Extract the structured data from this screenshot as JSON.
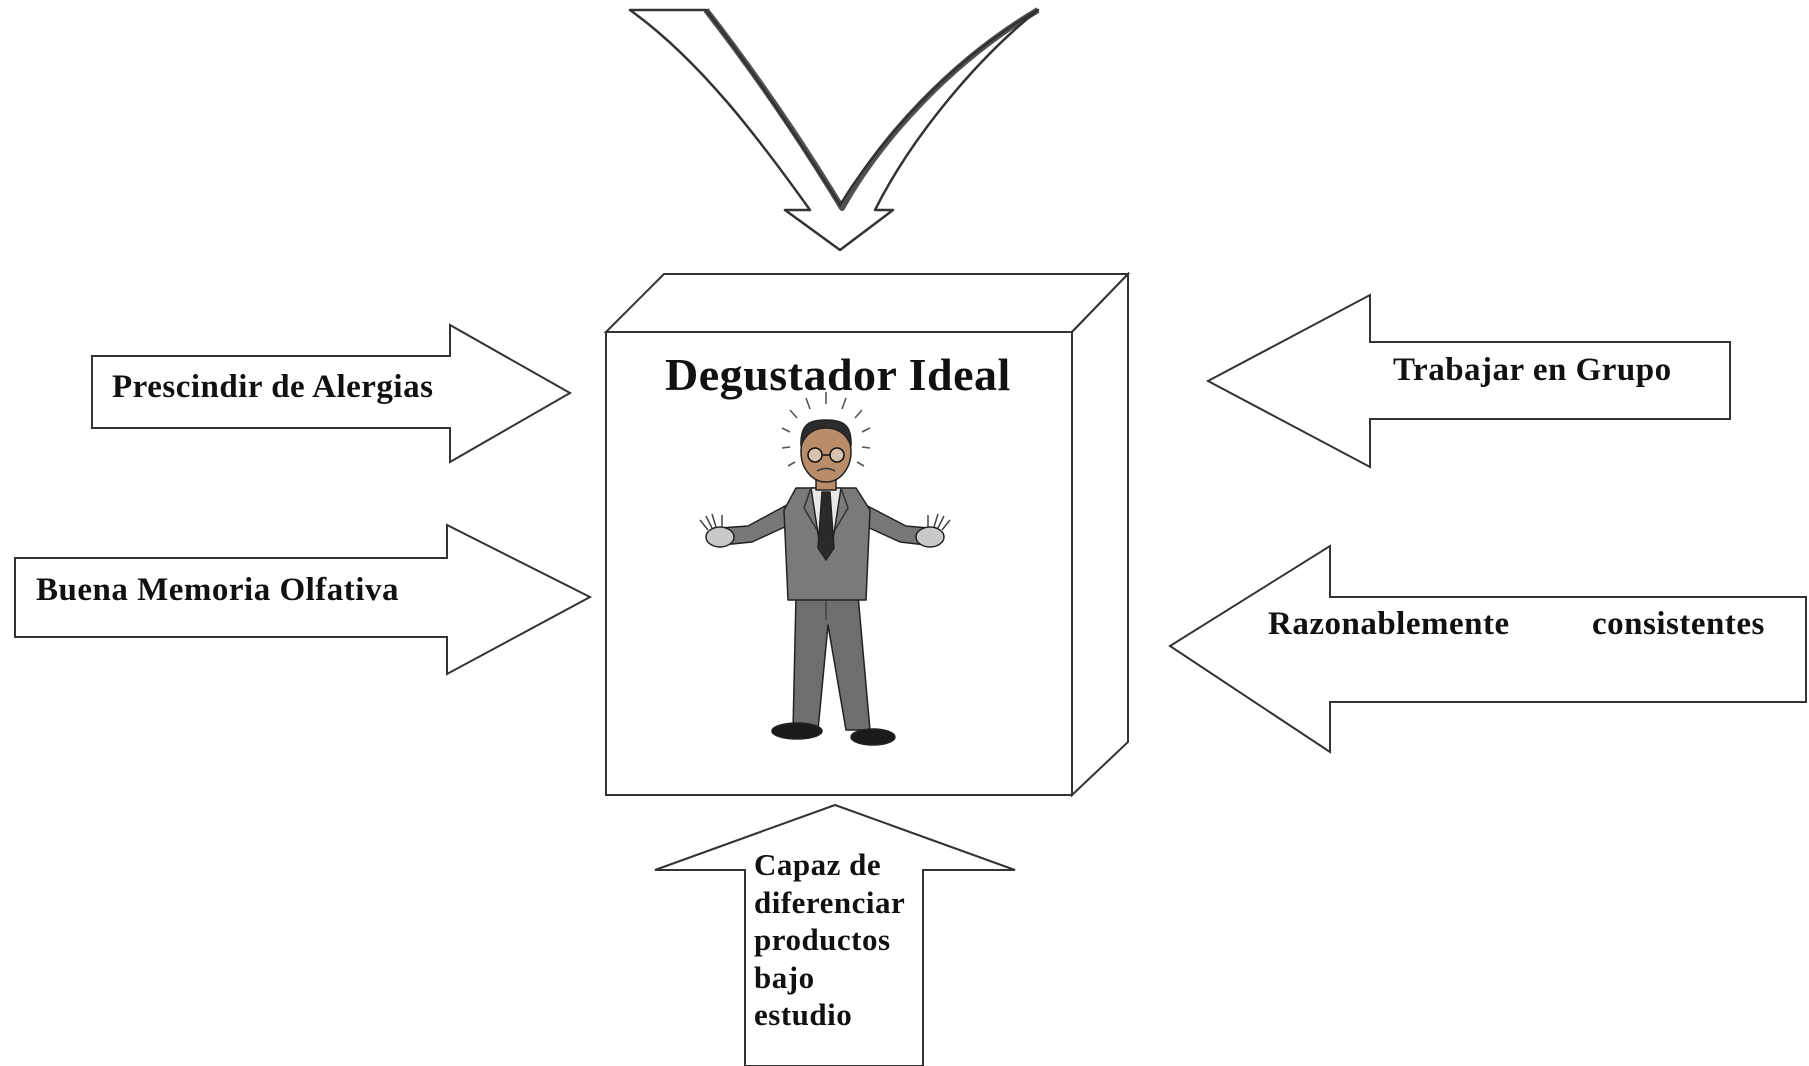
{
  "box": {
    "title": "Degustador Ideal",
    "figure_icon": "confused-businessman-icon"
  },
  "arrows": {
    "top": {
      "icon": "curved-down-arrow-icon"
    },
    "left_upper": {
      "label": "Prescindir de Alergias"
    },
    "left_lower": {
      "label": "Buena Memoria Olfativa"
    },
    "right_upper": {
      "label": "Trabajar en Grupo"
    },
    "right_lower": {
      "label_start": "Razonablemente",
      "label_end": "consistentes"
    },
    "bottom": {
      "lines": [
        "Capaz de",
        "diferenciar",
        "productos",
        "bajo",
        "estudio"
      ]
    }
  },
  "colors": {
    "stroke": "#333333",
    "text": "#111111",
    "suit": "#7a7a7a",
    "suit_dark": "#4a4a4a",
    "skin": "#b98c6a",
    "background": "#ffffff"
  }
}
